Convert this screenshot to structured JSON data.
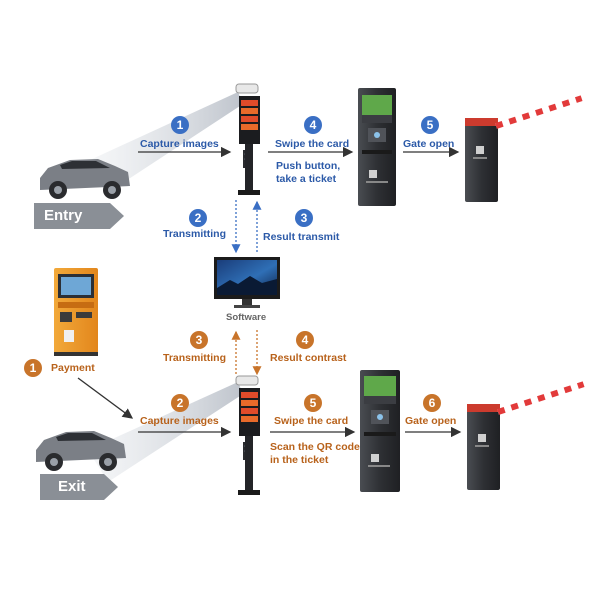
{
  "entry": {
    "sign": "Entry",
    "steps": [
      {
        "num": "1",
        "label": "Capture images"
      },
      {
        "num": "4",
        "label": "Swipe the card"
      },
      {
        "num": "5",
        "label": "Gate open"
      },
      {
        "num": "2",
        "label": "Transmitting"
      },
      {
        "num": "3",
        "label": "Result transmit"
      }
    ],
    "ticket_note": [
      "Push button,",
      "take a ticket"
    ]
  },
  "software": {
    "label": "Software"
  },
  "exit": {
    "sign": "Exit",
    "steps": [
      {
        "num": "1",
        "label": "Payment"
      },
      {
        "num": "2",
        "label": "Capture images"
      },
      {
        "num": "5",
        "label": "Swipe the card"
      },
      {
        "num": "6",
        "label": "Gate open"
      },
      {
        "num": "3",
        "label": "Transmitting"
      },
      {
        "num": "4",
        "label": "Result contrast"
      }
    ],
    "qr_note": [
      "Scan the QR code",
      "in the ticket"
    ]
  },
  "colors": {
    "entry_accent": "#3a6fc4",
    "exit_accent": "#c8742a",
    "arrow": "#333333"
  }
}
